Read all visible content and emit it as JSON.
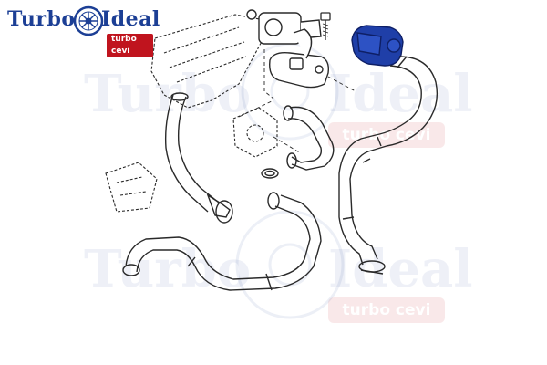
{
  "logo": {
    "word_left": "Turbo",
    "word_right": "Ideal",
    "subtitle": "turbo cevi"
  },
  "watermark": {
    "word_left": "Turbo",
    "word_right": "Ideal",
    "subtitle": "turbo cevi"
  },
  "colors": {
    "brand_blue": "#1c3f95",
    "brand_red": "#c0141e",
    "highlight_part": "#1f3fa8",
    "line_art": "#2a2a2a"
  },
  "icons": [
    "gear-wheel-icon",
    "bolt-icon"
  ]
}
